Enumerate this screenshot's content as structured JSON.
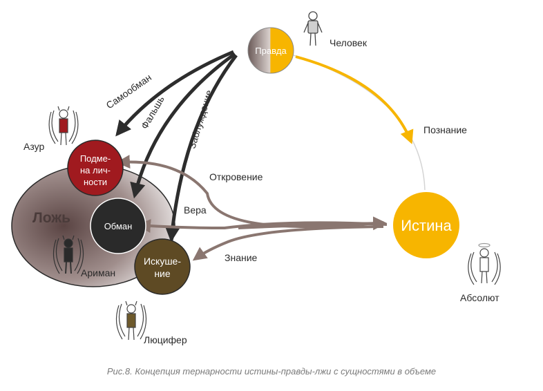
{
  "nodes": {
    "pravda": "Правда",
    "istina": "Истина",
    "lozh": "Ложь",
    "podmena_line1": "Подме-",
    "podmena_line2": "на лич-",
    "podmena_line3": "ности",
    "obman": "Обман",
    "iskushenie_line1": "Искуше-",
    "iskushenie_line2": "ние"
  },
  "entities": {
    "chelovek": "Человек",
    "azur": "Азур",
    "ariman": "Ариман",
    "lyutsifer": "Люцифер",
    "absolyut": "Абсолют"
  },
  "arrows": {
    "samoobman": "Самообман",
    "falsh": "Фальшь",
    "zabluzhdenie": "Заблуждение",
    "poznanie": "Познание",
    "otkrovenie": "Откровение",
    "vera": "Вера",
    "znanie": "Знание"
  },
  "caption": "Рис.8. Концепция тернарности истины-правды-лжи с сущностями в объеме",
  "colors": {
    "gold": "#f7b500",
    "dark_red": "#a01a1f",
    "near_black": "#2a2a2a",
    "olive_brown": "#5e4a24",
    "arrow_brown": "#8a7670",
    "arrow_black": "#2d2d2d"
  }
}
